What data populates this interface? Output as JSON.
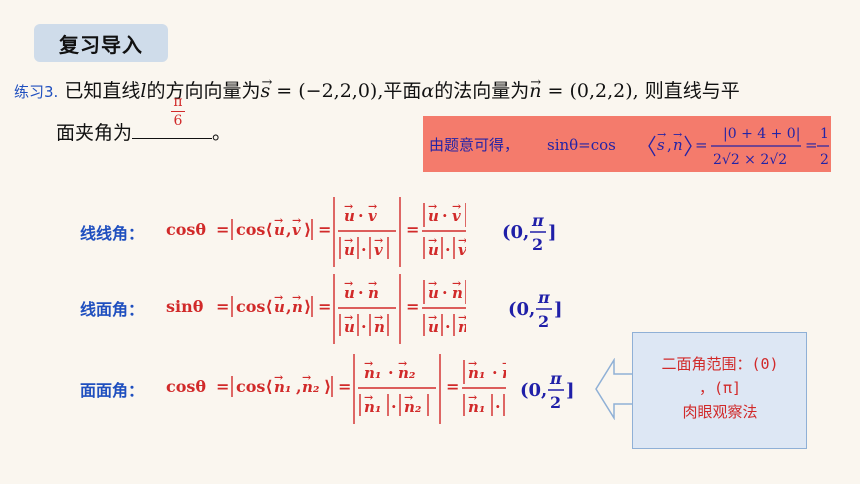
{
  "header": {
    "badge": "复习导入"
  },
  "problem": {
    "label": "练习3.",
    "text_a": "已知直线",
    "var_l": "l",
    "text_b": "的方向向量为",
    "s_expr": "= (−2,2,0),",
    "text_c": "平面",
    "var_alpha": "α",
    "text_d": "的法向量为",
    "n_expr": "= (0,2,2),",
    "text_e": "则直线与平",
    "line2_a": "面夹角为",
    "line2_end": "。",
    "answer_num": "π",
    "answer_den": "6"
  },
  "solution": {
    "prefix": "由题意可得，",
    "sin": "sinθ=cos",
    "vec_s": "s",
    "vec_n": "n",
    "num": "|0 + 4 + 0|",
    "den": "2√2 × 2√2",
    "result_num": "1",
    "result_den": "2"
  },
  "formulas": [
    {
      "label": "线线角：",
      "func": "cosθ",
      "v1": "u",
      "v2": "v",
      "range": "(0,",
      "range_num": "π",
      "range_den": "2",
      "range_close": "]"
    },
    {
      "label": "线面角：",
      "func": "sinθ",
      "v1": "u",
      "v2": "n",
      "range": "(0,",
      "range_num": "π",
      "range_den": "2",
      "range_close": "]"
    },
    {
      "label": "面面角：",
      "func": "cosθ",
      "v1": "n₁",
      "v2": "n₂",
      "range": "(0,",
      "range_num": "π",
      "range_den": "2",
      "range_close": "]"
    }
  ],
  "callout": {
    "line1": "二面角范围：(0)",
    "line2": "，(π]",
    "line3": "肉眼观察法"
  },
  "colors": {
    "blue": "#1f4fbf",
    "red": "#d12a2a",
    "box": "#f47b6c",
    "background": "#faf6ef"
  }
}
